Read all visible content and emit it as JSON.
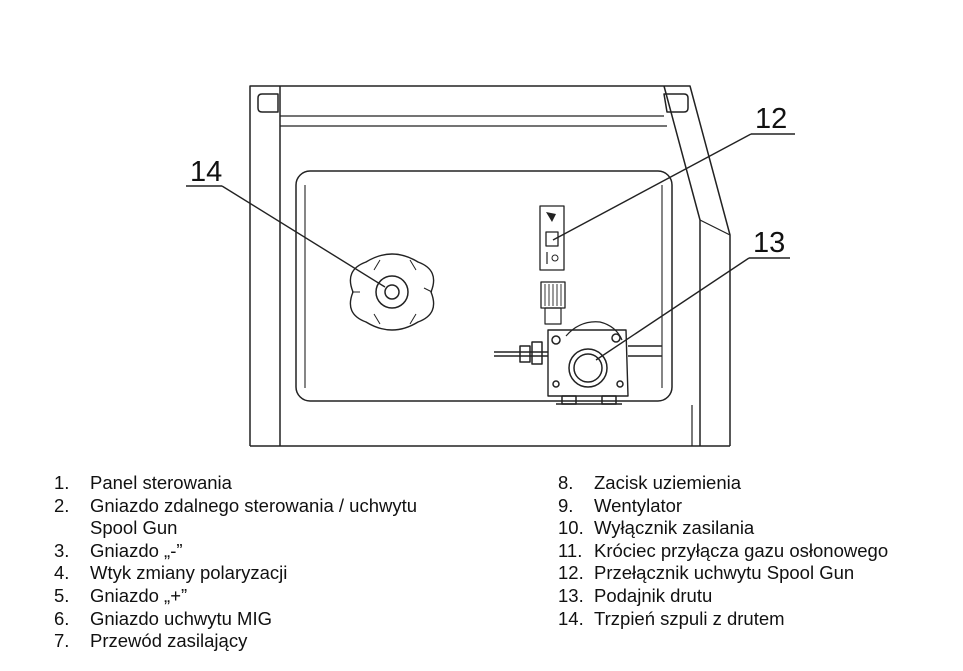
{
  "callouts": {
    "c12": "12",
    "c13": "13",
    "c14": "14"
  },
  "legend": {
    "left": [
      {
        "num": "1.",
        "text": "Panel sterowania"
      },
      {
        "num": "2.",
        "text": "Gniazdo zdalnego sterowania / uchwytu Spool Gun"
      },
      {
        "num": "3.",
        "text": "Gniazdo „-”"
      },
      {
        "num": "4.",
        "text": "Wtyk zmiany polaryzacji"
      },
      {
        "num": "5.",
        "text": "Gniazdo „+”"
      },
      {
        "num": "6.",
        "text": "Gniazdo uchwytu MIG"
      },
      {
        "num": "7.",
        "text": "Przewód zasilający"
      }
    ],
    "right": [
      {
        "num": "8.",
        "text": "Zacisk uziemienia"
      },
      {
        "num": "9.",
        "text": "Wentylator"
      },
      {
        "num": "10.",
        "text": "Wyłącznik zasilania"
      },
      {
        "num": "11.",
        "text": "Króciec przyłącza gazu osłonowego"
      },
      {
        "num": "12.",
        "text": "Przełącznik uchwytu Spool Gun"
      },
      {
        "num": "13.",
        "text": "Podajnik drutu"
      },
      {
        "num": "14.",
        "text": "Trzpień szpuli z drutem"
      }
    ]
  }
}
